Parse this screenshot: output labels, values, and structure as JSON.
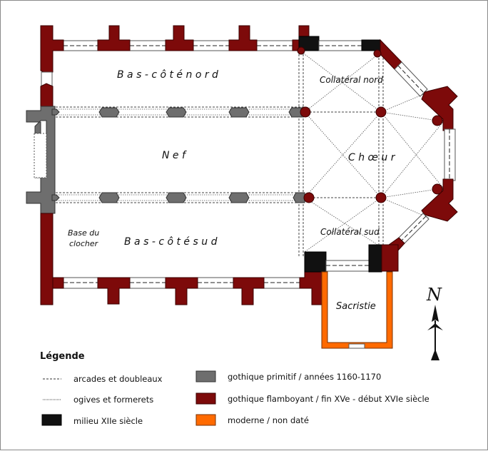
{
  "colors": {
    "primitive": "#6e6e6e",
    "flamboyant": "#7d0a0a",
    "xii": "#111111",
    "modern": "#ff6a00"
  },
  "rooms": {
    "bas_cote_nord": "B a s - c ô t é   n o r d",
    "nef": "N e f",
    "bas_cote_sud": "B a s - c ô t é   s u d",
    "choeur": "C h œ u r",
    "collateral_nord": "Collatéral nord",
    "collateral_sud": "Collatéral sud",
    "sacristie": "Sacristie",
    "base_clocher_l1": "Base du",
    "base_clocher_l2": "clocher"
  },
  "north_symbol": "N",
  "legend": {
    "title": "Légende",
    "arcades": "arcades et doubleaux",
    "ogives": "ogives et formerets",
    "xii": "milieu XIIe siècle",
    "primitive": "gothique primitif / années 1160-1170",
    "flamboyant": "gothique flamboyant / fin XVe - début XVIe siècle",
    "modern": "moderne / non daté"
  }
}
